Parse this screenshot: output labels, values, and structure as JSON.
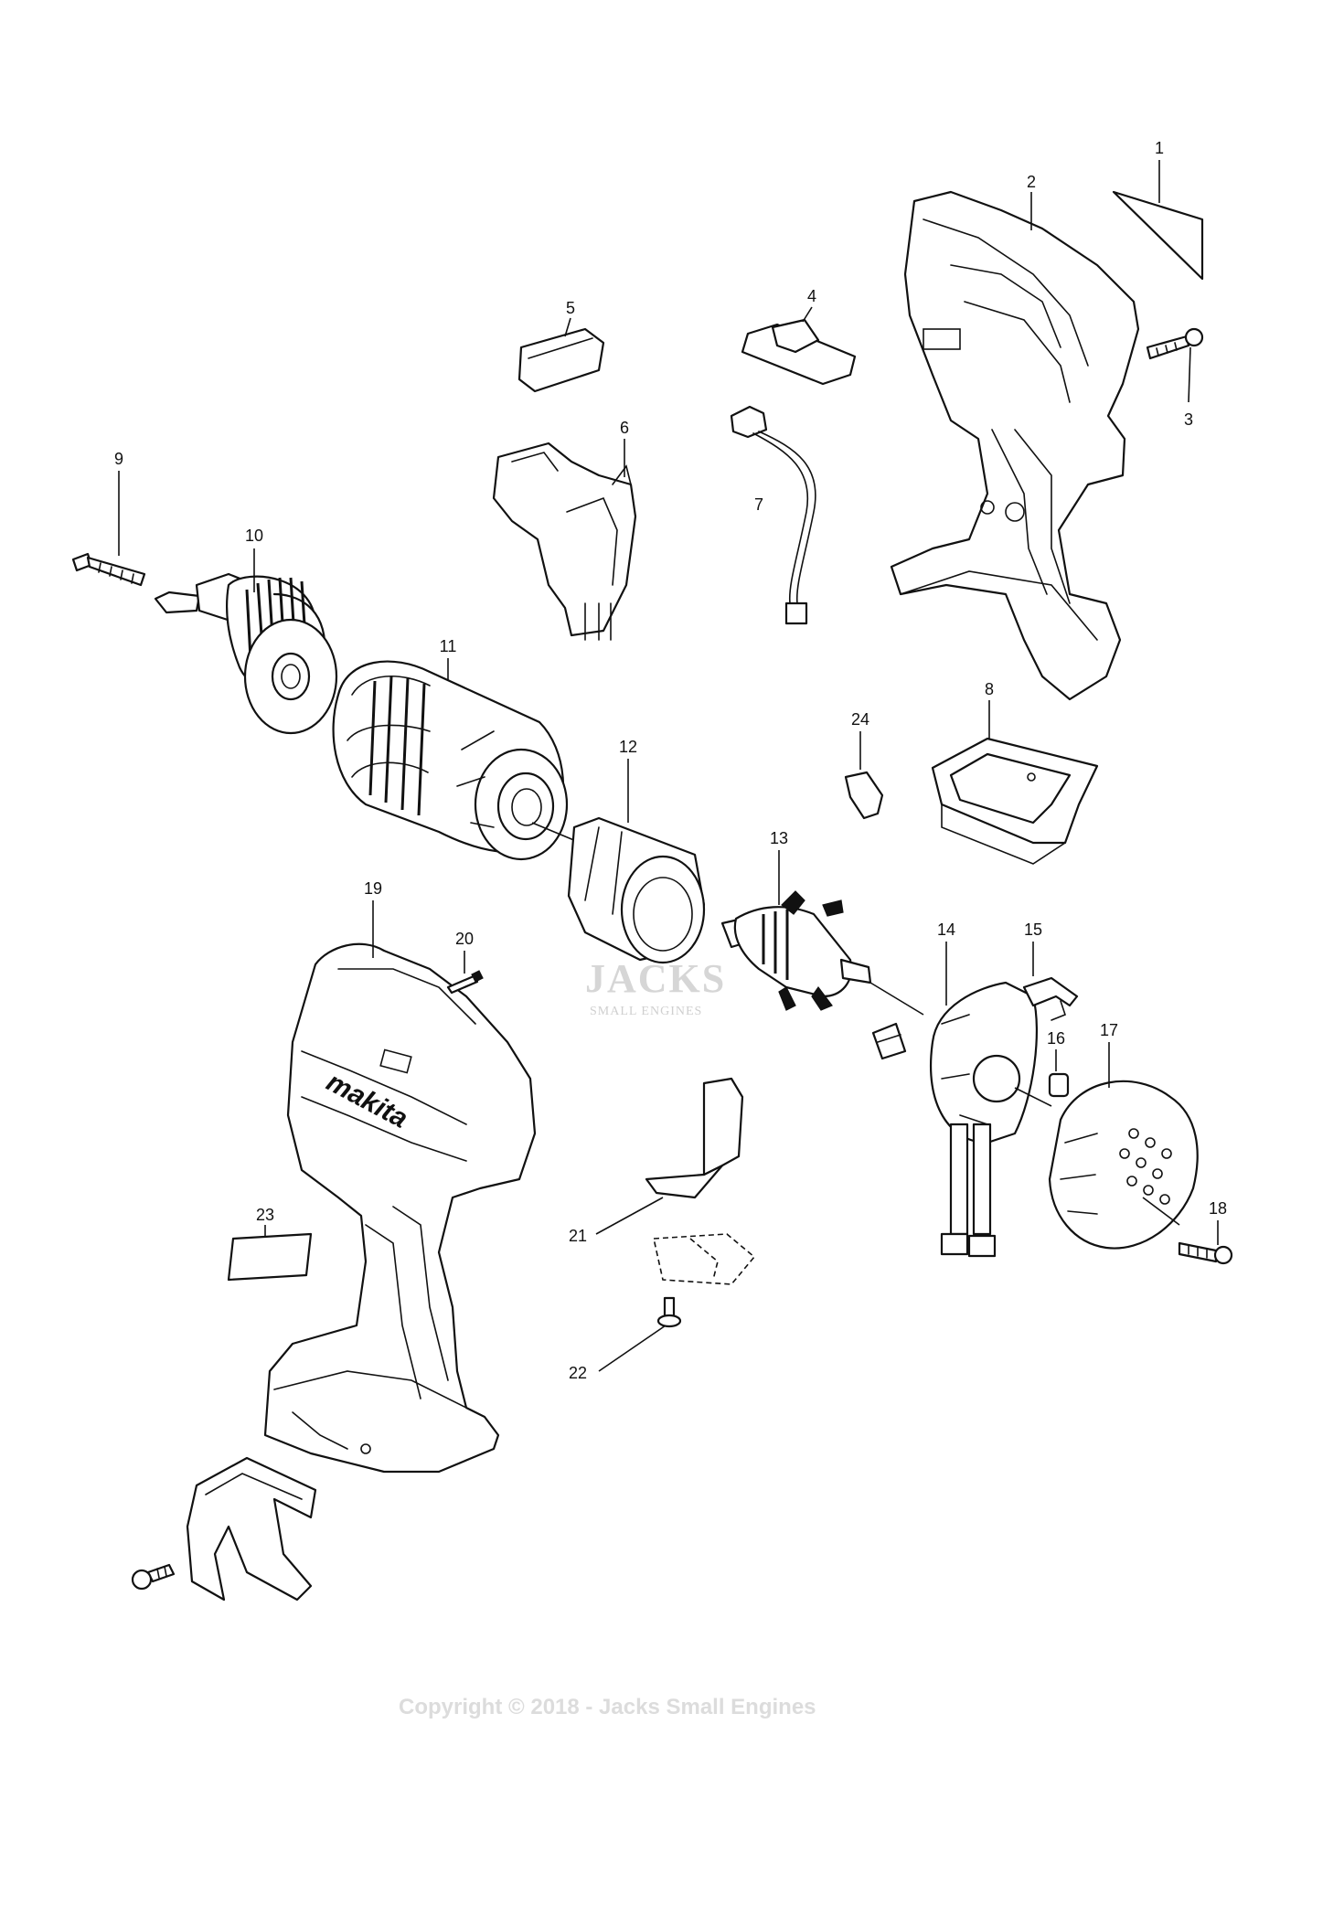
{
  "parts": [
    {
      "num": "1"
    },
    {
      "num": "2"
    },
    {
      "num": "3"
    },
    {
      "num": "4"
    },
    {
      "num": "5"
    },
    {
      "num": "6"
    },
    {
      "num": "7"
    },
    {
      "num": "8"
    },
    {
      "num": "9"
    },
    {
      "num": "10"
    },
    {
      "num": "11"
    },
    {
      "num": "12"
    },
    {
      "num": "13"
    },
    {
      "num": "14"
    },
    {
      "num": "15"
    },
    {
      "num": "16"
    },
    {
      "num": "17"
    },
    {
      "num": "18"
    },
    {
      "num": "19"
    },
    {
      "num": "20"
    },
    {
      "num": "21"
    },
    {
      "num": "22"
    },
    {
      "num": "23"
    },
    {
      "num": "24"
    }
  ],
  "watermark": {
    "logo": "JACKS",
    "logo_sub": "SMALL ENGINES",
    "copyright": "Copyright © 2018 - Jacks Small Engines"
  },
  "housing_brand": "makita"
}
